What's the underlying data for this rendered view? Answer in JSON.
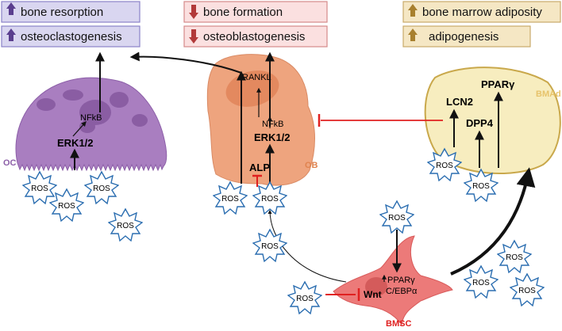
{
  "legend": {
    "bone_resorption": "bone resorption",
    "osteoclastogenesis": "osteoclastogenesis",
    "bone_formation": "bone formation",
    "osteoblastogenesis": "osteoblastogenesis",
    "bone_marrow_adiposity": "bone marrow adiposity",
    "adipogenesis": "adipogenesis"
  },
  "cells": {
    "oc": "OC",
    "ob": "OB",
    "bmad": "BMAd",
    "bmsc": "BMSC"
  },
  "molecules": {
    "nfkb": "NFkB",
    "erk": "ERK1/2",
    "rankl": "RANKL",
    "alp": "ALP",
    "lcn2": "LCN2",
    "dpp4": "DPP4",
    "ppary": "PPARγ",
    "ppary_short": "PPARγ",
    "cebpa": "C/EBPα",
    "wnt": "Wnt"
  },
  "ros_label": "ROS",
  "colors": {
    "oc_fill": "#a97ec0",
    "ob_fill": "#eea47e",
    "bmad_fill": "#f7edbf",
    "bmsc_fill": "#ec7a79",
    "up_arrow_oc": "#5a3e8e",
    "down_arrow_ob": "#b23a3a",
    "up_arrow_ad": "#a8802e",
    "inhibit": "#e02020"
  }
}
